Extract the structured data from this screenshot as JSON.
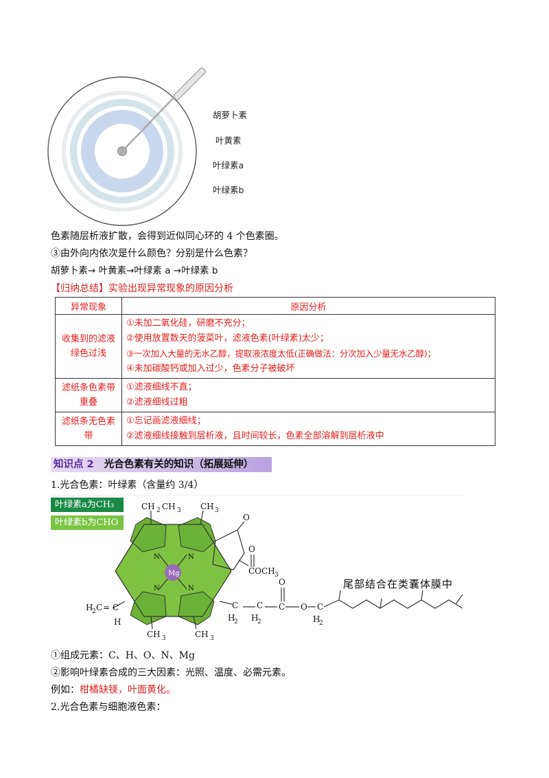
{
  "diagram": {
    "labels": [
      "胡萝卜素",
      "叶黄素",
      "叶绿素a",
      "叶绿素b"
    ]
  },
  "text": {
    "line1": "色素随层析液扩散，会得到近似同心环的 4 个色素圈。",
    "line2": "③由外向内依次是什么颜色？分别是什么色素？",
    "line3": "胡萝卜素→ 叶黄素→叶绿素 a →叶绿素 b",
    "summary": "【归纳总结】实验出现异常现象的原因分析"
  },
  "table": {
    "headers": [
      "异常现象",
      "原因分析"
    ],
    "rows": [
      {
        "phenomenon": "收集到的滤液绿色过浅",
        "reasons": [
          "①未加二氧化硅，研磨不充分；",
          "②使用放置数天的菠菜叶，滤液色素(叶绿素)太少；",
          "③一次加入大量的无水乙醇，提取液浓度太低(正确做法：分次加入少量无水乙醇)；",
          "④未加碳酸钙或加入过少，色素分子被破坏"
        ]
      },
      {
        "phenomenon": "滤纸条色素带重叠",
        "reasons": [
          "①滤液细线不直；",
          "②滤液细线过粗"
        ]
      },
      {
        "phenomenon": "滤纸条无色素带",
        "reasons": [
          "①忘记画滤液细线；",
          "②滤液细线接触到层析液，且时间较长，色素全部溶解到层析液中"
        ]
      }
    ]
  },
  "knowledge": {
    "number": "知识点 2",
    "title": "光合色素有关的知识（拓展延伸）"
  },
  "section": {
    "heading": "1.光合色素：叶绿素（含量约 3/4）",
    "tag_a": "叶绿素a为CH₃",
    "tag_b": "叶绿素b为CHO",
    "tag_colors": [
      "#1a8a44",
      "#7ac443"
    ],
    "tail_note": "尾部结合在类囊体膜中",
    "metal": "Mg"
  },
  "notes": {
    "n1": "①组成元素：C、H、O、N、Mg",
    "n2": "②影响叶绿素合成的三大因素：光照、温度、必需元素。",
    "n3_prefix": "例如：",
    "n3_red": "柑橘缺镁，叶面黄化。",
    "n4": "2.光合色素与细胞液色素："
  },
  "colors": {
    "accent_red": "#e0201c",
    "porphyrin_green": "#7fc241",
    "mg_purple": "#9a6cb8"
  }
}
